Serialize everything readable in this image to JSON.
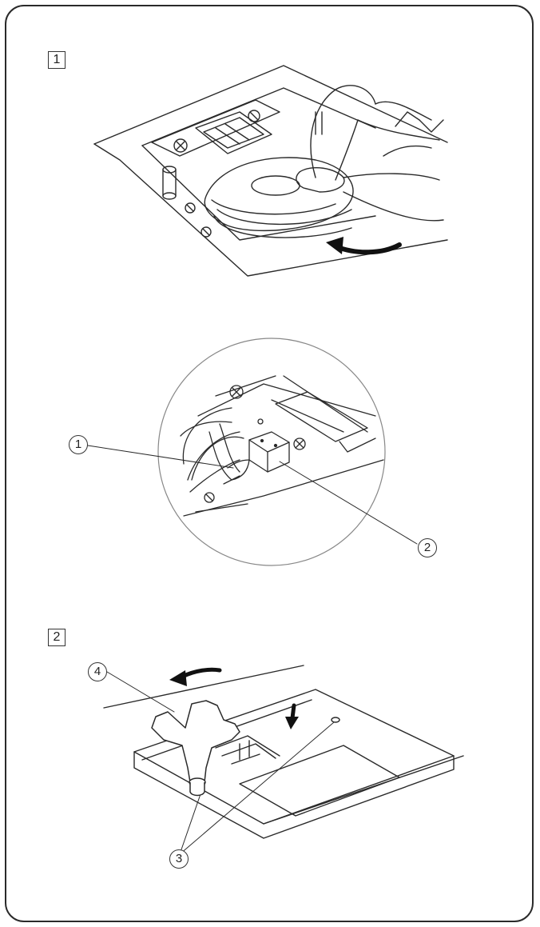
{
  "steps": [
    {
      "label": "1"
    },
    {
      "label": "2"
    }
  ],
  "callouts": [
    {
      "label": "1"
    },
    {
      "label": "2"
    },
    {
      "label": "3"
    },
    {
      "label": "4"
    }
  ],
  "icons": {
    "arrow_step1": "curved-arrow-icon",
    "arrow_step2_rotate": "curved-arrow-icon",
    "arrow_step2_down": "down-arrow-icon"
  },
  "colors": {
    "line": "#2a2a2a",
    "background": "#ffffff"
  }
}
